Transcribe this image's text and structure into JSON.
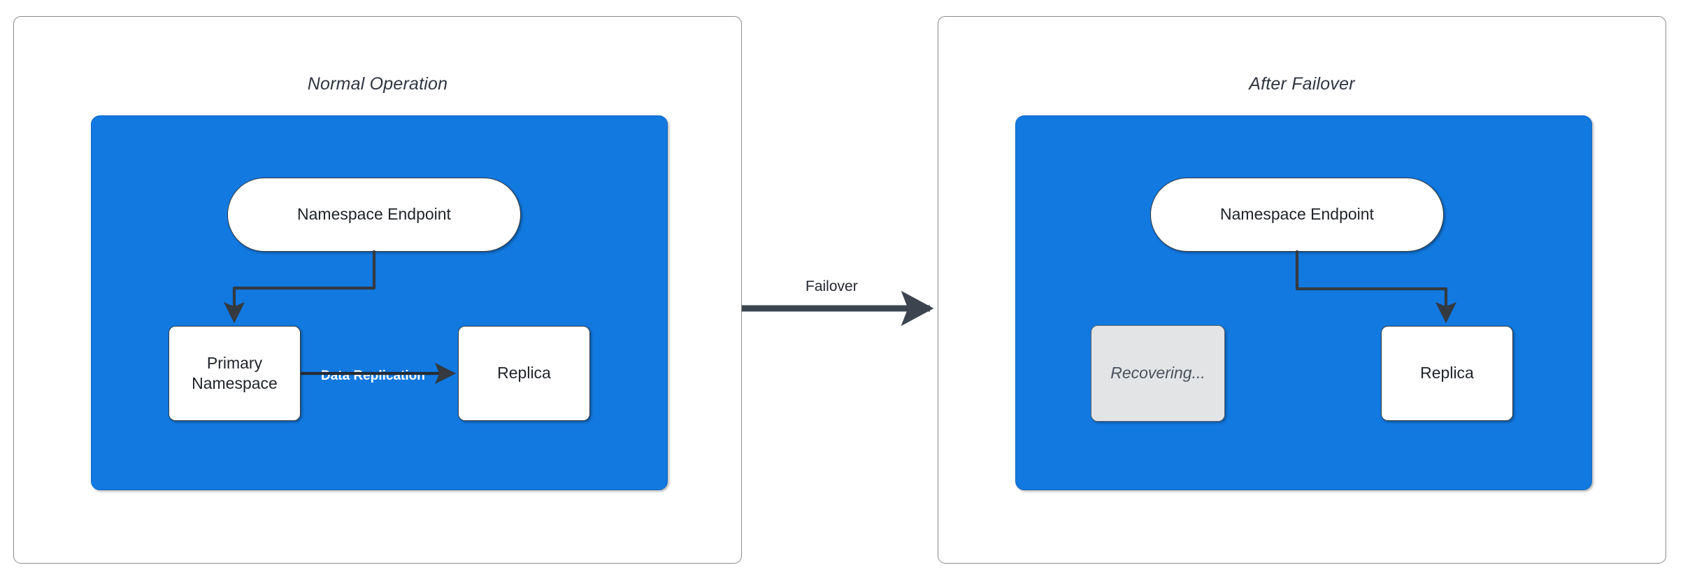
{
  "diagram": {
    "title_left": "Normal Operation",
    "title_right": "After Failover",
    "transition_label": "Failover",
    "colors": {
      "zone_blue": "#1279e0",
      "node_white": "#ffffff",
      "node_disabled_gray": "#e2e4e6",
      "stroke_dark": "#343a40",
      "panel_border": "#8a8a8a",
      "label_white": "#ffffff"
    }
  },
  "panels": {
    "left": {
      "title": "Normal Operation",
      "nodes": {
        "endpoint": "Namespace Endpoint",
        "primary": "Primary\nNamespace",
        "primary_line1": "Primary",
        "primary_line2": "Namespace",
        "replica": "Replica"
      },
      "edges": [
        {
          "from": "endpoint",
          "to": "primary",
          "label": "",
          "style": "elbow-arrow"
        },
        {
          "from": "primary",
          "to": "replica",
          "label": "Data Replication",
          "style": "straight-arrow"
        }
      ],
      "edge_labels": {
        "data_replication": "Data Replication"
      }
    },
    "right": {
      "title": "After Failover",
      "nodes": {
        "endpoint": "Namespace Endpoint",
        "recovering": "Recovering...",
        "replica": "Replica"
      },
      "edges": [
        {
          "from": "endpoint",
          "to": "replica",
          "label": "",
          "style": "elbow-arrow"
        }
      ]
    }
  },
  "transition": {
    "label": "Failover",
    "direction": "left-to-right"
  }
}
